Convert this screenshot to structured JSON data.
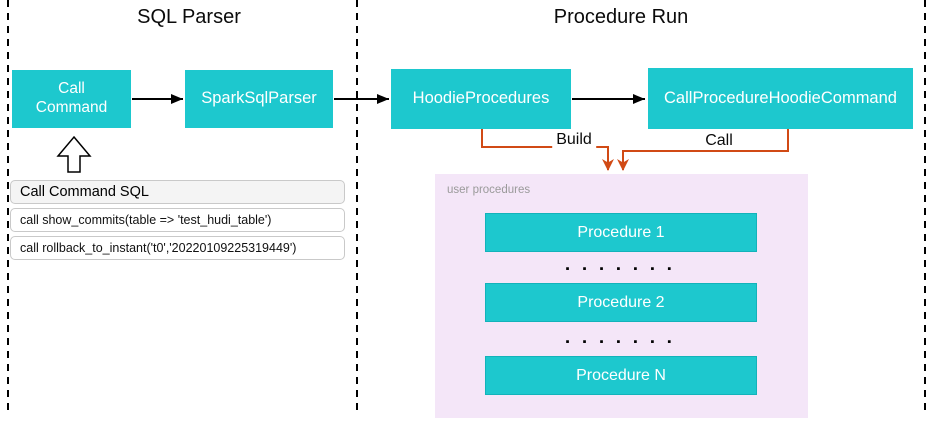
{
  "lanes": {
    "left_title": "SQL Parser",
    "right_title": "Procedure Run"
  },
  "nodes": {
    "call_command": "Call Command",
    "spark_sql_parser": "SparkSqlParser",
    "hoodie_procedures": "HoodieProcedures",
    "call_procedure_hoodie_command": "CallProcedureHoodieCommand"
  },
  "edge_labels": {
    "build": "Build",
    "call": "Call"
  },
  "sql_panel": {
    "header": "Call Command SQL",
    "rows": [
      "call show_commits(table => 'test_hudi_table')",
      "call rollback_to_instant('t0','20220109225319449')"
    ]
  },
  "user_procedures": {
    "label": "user procedures",
    "items": [
      "Procedure 1",
      "Procedure 2",
      "Procedure N"
    ],
    "dots": "▪ ▪ ▪ ▪ ▪ ▪ ▪"
  },
  "colors": {
    "node_teal": "#1dc8ce",
    "connector_orange": "#d14a15",
    "user_procedures_bg": "#f4e6f8",
    "panel_header_bg": "#f4f4f4",
    "lane_divider": "#000000"
  }
}
